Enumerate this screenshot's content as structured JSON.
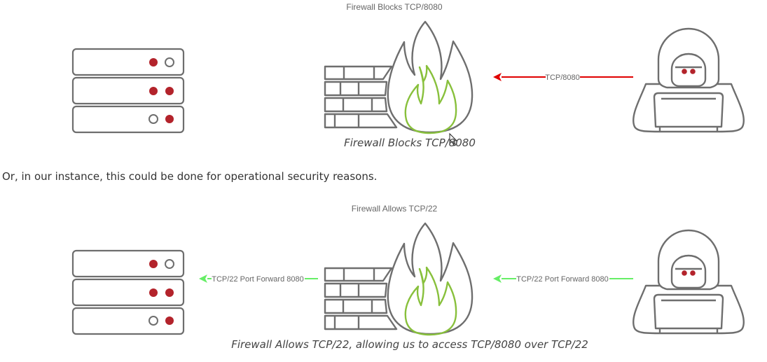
{
  "diagram1": {
    "title": "Firewall Blocks TCP/8080",
    "arrow_label": "TCP/8080",
    "caption": "Firewall Blocks TCP/8080"
  },
  "paragraph": "Or, in our instance, this could be done for operational security reasons.",
  "diagram2": {
    "title": "Firewall Allows TCP/22",
    "left_arrow_label": "TCP/22 Port Forward 8080",
    "right_arrow_label": "TCP/22 Port Forward 8080",
    "caption": "Firewall Allows TCP/22, allowing us to access TCP/8080 over TCP/22"
  },
  "colors": {
    "outline": "#6e6e6e",
    "led_red": "#b3232b",
    "flame_green": "#88c03c",
    "block_arrow": "#e00000",
    "allow_arrow": "#66ee66"
  },
  "icons": [
    "server-icon",
    "firewall-icon",
    "hacker-icon",
    "cursor-icon"
  ]
}
